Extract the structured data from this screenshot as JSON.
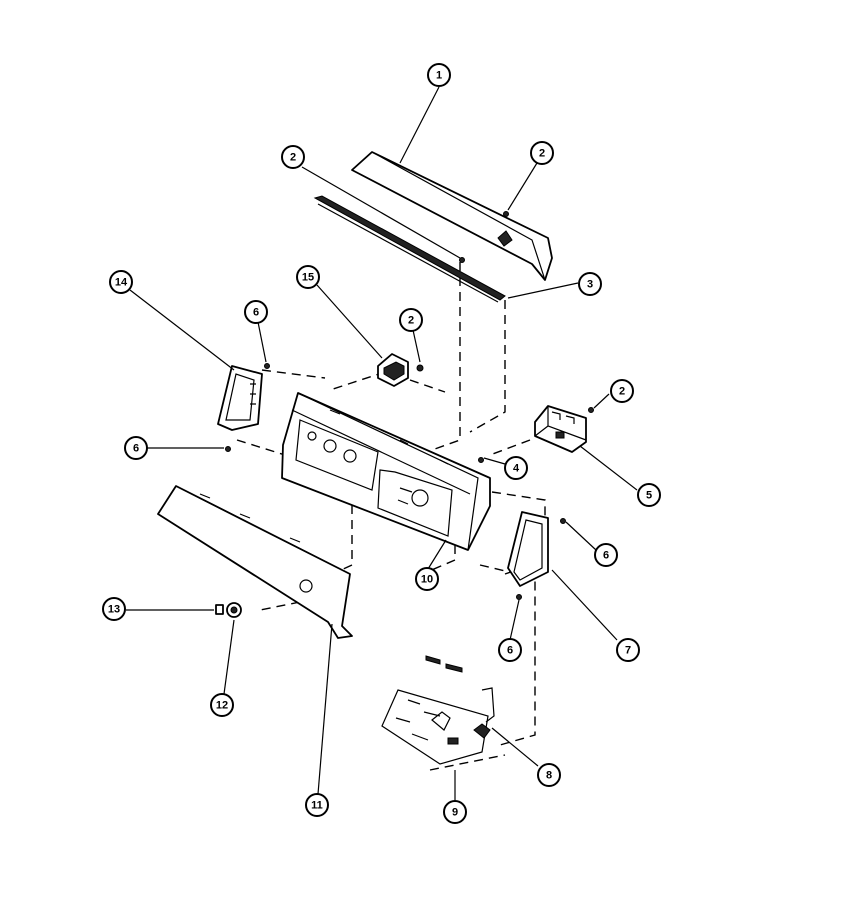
{
  "diagram": {
    "callouts": [
      {
        "id": "c1",
        "label": "1"
      },
      {
        "id": "c2a",
        "label": "2"
      },
      {
        "id": "c2b",
        "label": "2"
      },
      {
        "id": "c3",
        "label": "3"
      },
      {
        "id": "c14",
        "label": "14"
      },
      {
        "id": "c6a",
        "label": "6"
      },
      {
        "id": "c15",
        "label": "15"
      },
      {
        "id": "c2c",
        "label": "2"
      },
      {
        "id": "c2d",
        "label": "2"
      },
      {
        "id": "c6b",
        "label": "6"
      },
      {
        "id": "c4",
        "label": "4"
      },
      {
        "id": "c5",
        "label": "5"
      },
      {
        "id": "c6c",
        "label": "6"
      },
      {
        "id": "c10",
        "label": "10"
      },
      {
        "id": "c7",
        "label": "7"
      },
      {
        "id": "c6d",
        "label": "6"
      },
      {
        "id": "c13",
        "label": "13"
      },
      {
        "id": "c12",
        "label": "12"
      },
      {
        "id": "c8",
        "label": "8"
      },
      {
        "id": "c11",
        "label": "11"
      },
      {
        "id": "c9",
        "label": "9"
      }
    ]
  }
}
